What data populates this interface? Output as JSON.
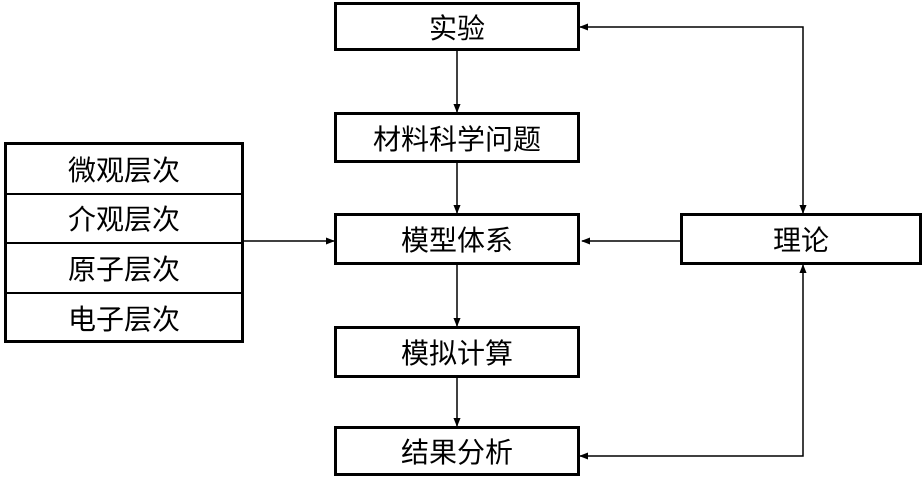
{
  "boxes": {
    "experiment": "实验",
    "materials_problem": "材料科学问题",
    "model_system": "模型体系",
    "simulation": "模拟计算",
    "result_analysis": "结果分析",
    "theory": "理论"
  },
  "levels": [
    "微观层次",
    "介观层次",
    "原子层次",
    "电子层次"
  ]
}
